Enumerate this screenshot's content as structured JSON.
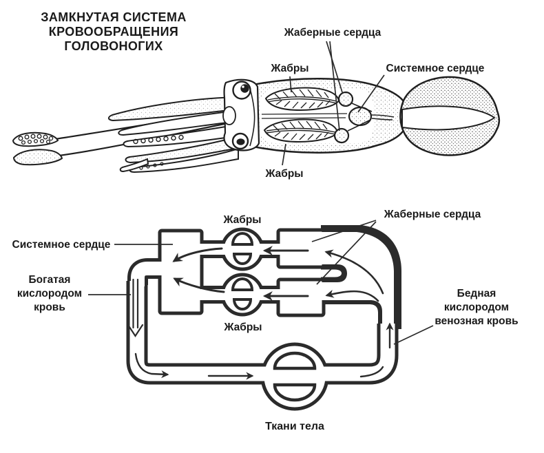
{
  "title": {
    "lines": [
      "ЗАМКНУТАЯ СИСТЕМА",
      "КРОВООБРАЩЕНИЯ",
      "ГОЛОВОНОГИХ"
    ]
  },
  "illustration": {
    "labels": {
      "gill_hearts": "Жаберные сердца",
      "gills_top": "Жабры",
      "systemic_heart": "Системное сердце",
      "gills_bottom": "Жабры"
    }
  },
  "schematic": {
    "labels": {
      "gills_top": "Жабры",
      "gill_hearts": "Жаберные сердца",
      "systemic_heart": "Системное сердце",
      "gills_bottom": "Жабры",
      "body_tissues": "Ткани тела",
      "rich_blood": [
        "Богатая",
        "кислородом",
        "кровь"
      ],
      "poor_blood": [
        "Бедная",
        "кислородом",
        "венозная кровь"
      ]
    },
    "colors": {
      "line": "#2b2b2b",
      "text": "#1a1a1a",
      "background": "#ffffff"
    }
  }
}
